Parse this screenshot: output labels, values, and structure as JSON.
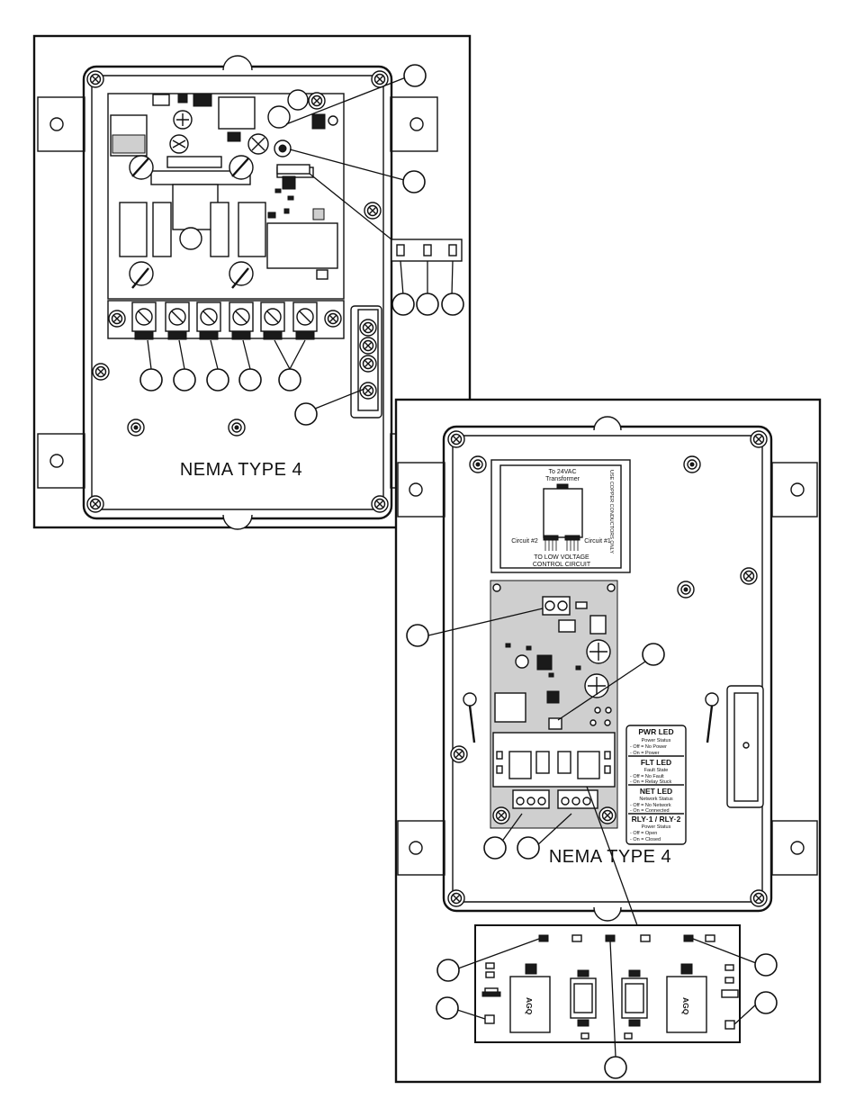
{
  "top_panel": {
    "enclosure_label": "NEMA TYPE 4"
  },
  "bottom_panel": {
    "enclosure_label": "NEMA TYPE 4",
    "wiring_label": {
      "top_line1": "To 24VAC",
      "top_line2": "Transformer",
      "left": "Circuit #2",
      "right": "Circuit #1",
      "bottom_line1": "TO LOW VOLTAGE",
      "bottom_line2": "CONTROL CIRCUIT",
      "side": "USE COPPER CONDUCTORS ONLY"
    },
    "led_legend": [
      {
        "title": "PWR LED",
        "subtitle": "Power Status",
        "line1": "- Off = No Power",
        "line2": "- On = Power"
      },
      {
        "title": "FLT LED",
        "subtitle": "Fault State",
        "line1": "- Off = No Fault",
        "line2": "- On = Relay Stuck"
      },
      {
        "title": "NET LED",
        "subtitle": "Network Status",
        "line1": "- Off = No Network",
        "line2": "- On = Connected"
      },
      {
        "title": "RLY·1 / RLY·2",
        "subtitle": "Power Status",
        "line1": "- Off = Open",
        "line2": "- On = Closed"
      }
    ],
    "relay_label": "AGQ"
  }
}
